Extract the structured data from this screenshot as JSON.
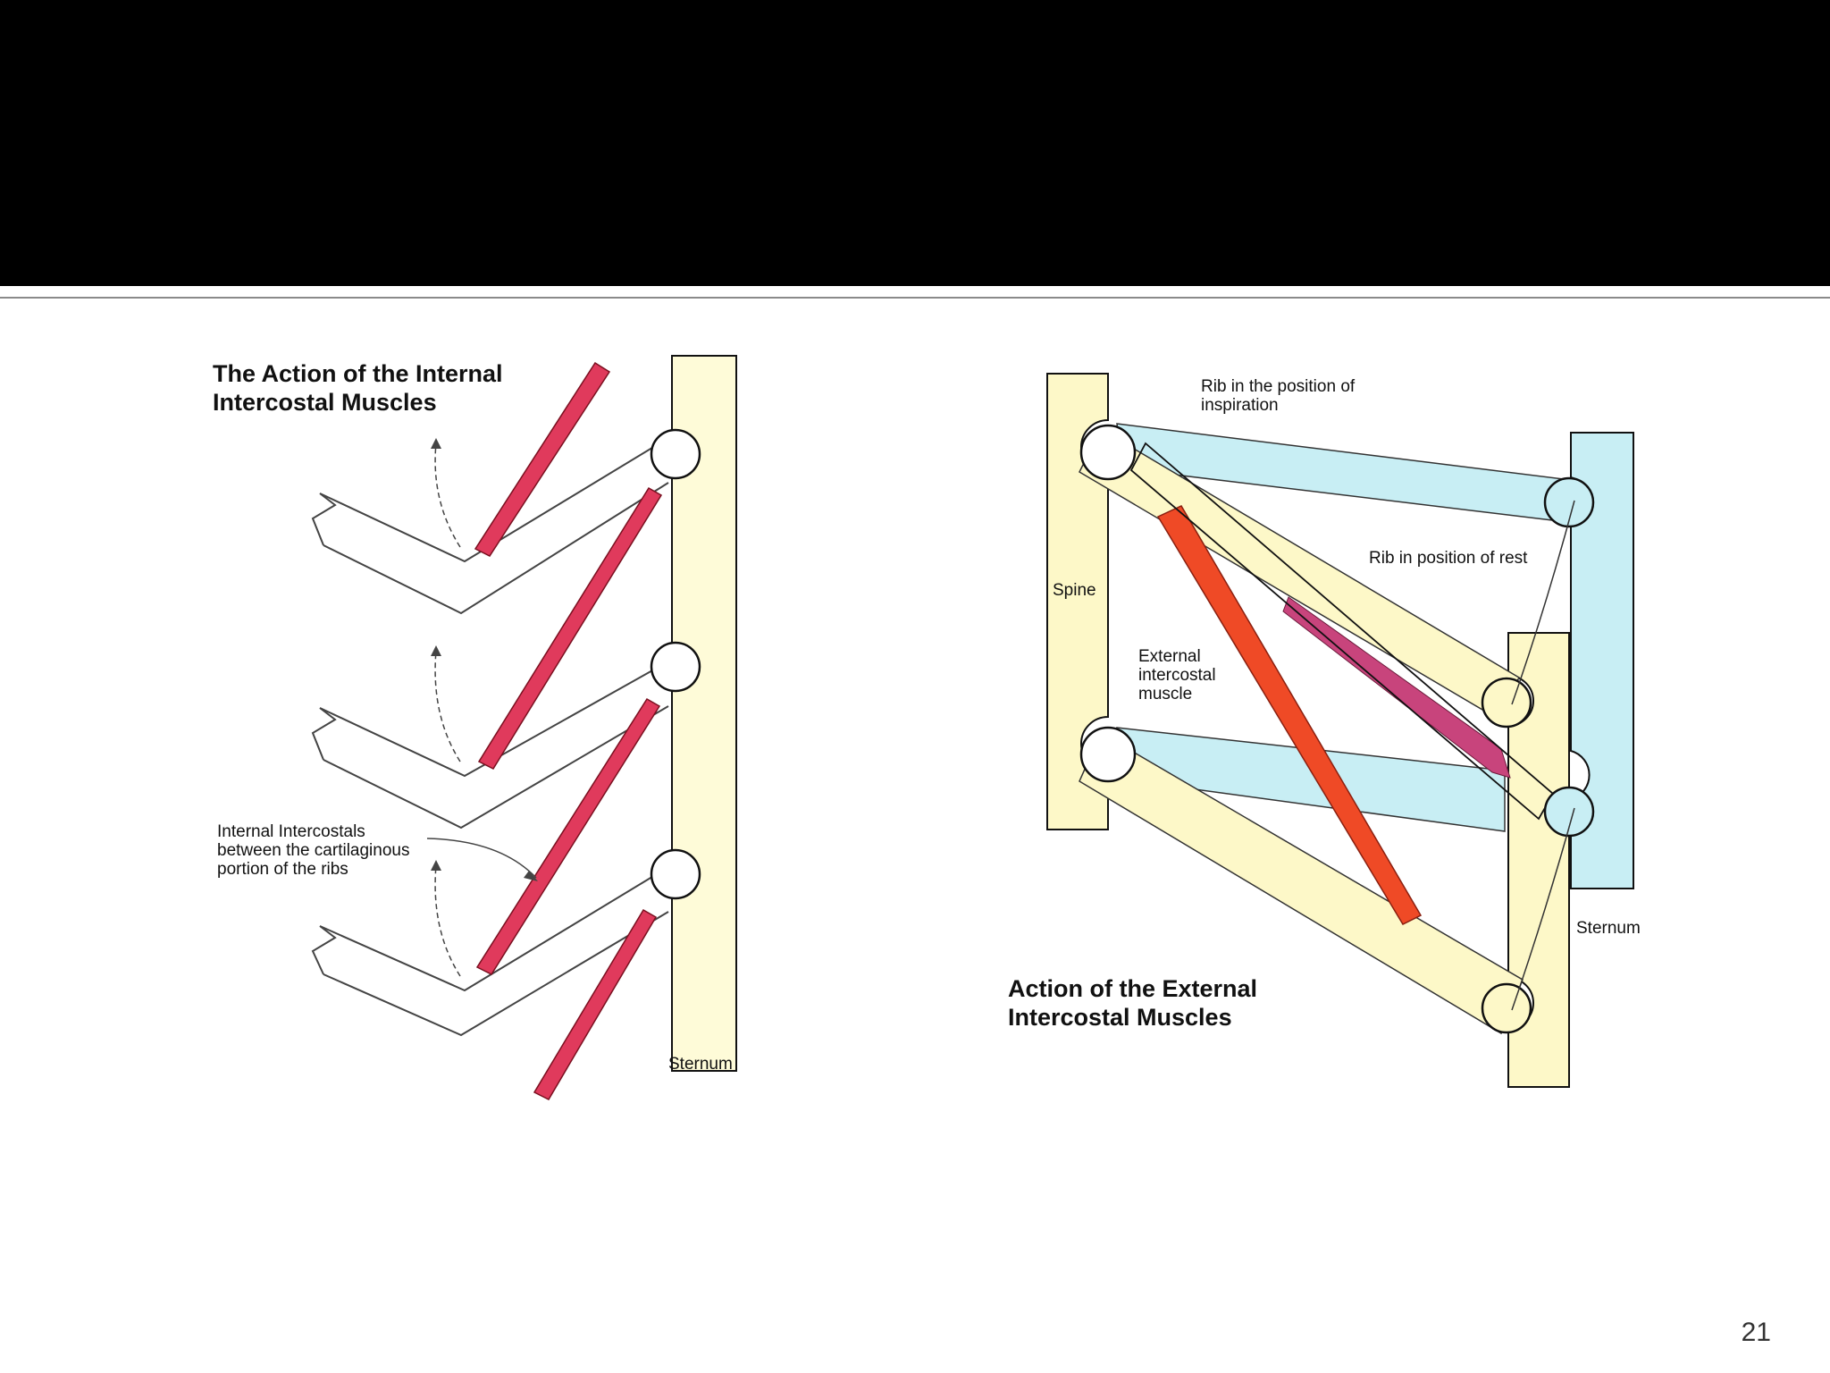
{
  "slide": {
    "page_number": "21"
  },
  "internal_diagram": {
    "title_line1": "The Action of the Internal",
    "title_line2": "Intercostal Muscles",
    "callout_line1": "Internal Intercostals",
    "callout_line2": "between the cartilaginous",
    "callout_line3": "portion of the ribs",
    "sternum_label": "Sternum"
  },
  "external_diagram": {
    "inspiration_line1": "Rib in the position of",
    "inspiration_line2": "inspiration",
    "rest_label": "Rib in position of rest",
    "spine_label": "Spine",
    "muscle_line1": "External",
    "muscle_line2": "intercostal",
    "muscle_line3": "muscle",
    "sternum_label": "Sternum",
    "title_line1": "Action of the External",
    "title_line2": "Intercostal Muscles"
  },
  "colors": {
    "muscle_internal": "#e03a5c",
    "muscle_external": "#ef4a26",
    "muscle_purple": "#c8447c",
    "bone_yellow": "#fdf8c8",
    "sternum_yellow": "#fefbd8",
    "cartilage_blue": "#c8eef4"
  }
}
